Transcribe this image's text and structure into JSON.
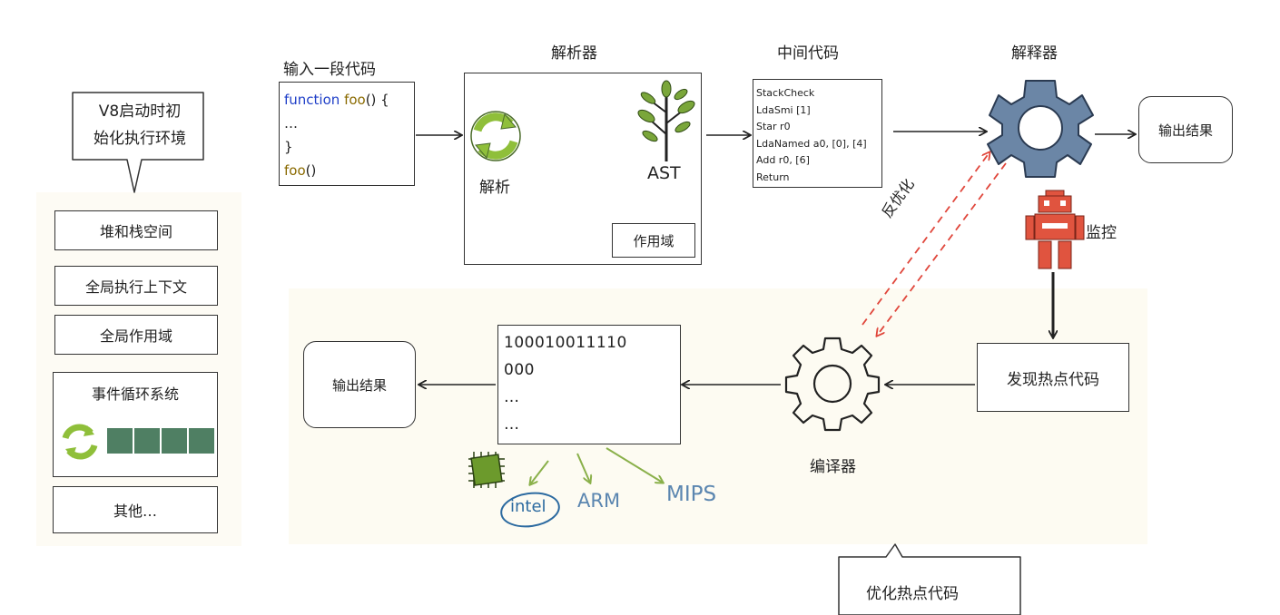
{
  "bubble_top": {
    "line1": "V8启动时初",
    "line2": "始化执行环境"
  },
  "left_panel": {
    "items": [
      "堆和栈空间",
      "全局执行上下文",
      "全局作用域"
    ],
    "event_loop_label": "事件循环系统",
    "others_label": "其他…"
  },
  "input_code": {
    "title": "输入一段代码",
    "keyword": "function",
    "name": "foo",
    "line1_rest": "() {",
    "line2": "…",
    "line3": "}",
    "call_name": "foo",
    "call_rest": "()"
  },
  "parser": {
    "title": "解析器",
    "parse_label": "解析",
    "ast_label": "AST",
    "scope_label": "作用域"
  },
  "intermediate": {
    "title": "中间代码",
    "lines": [
      "StackCheck",
      "LdaSmi [1]",
      "Star r0",
      "LdaNamed a0, [0], [4]",
      "Add r0, [6]",
      "Return"
    ]
  },
  "interpreter": {
    "title": "解释器",
    "output_label": "输出结果"
  },
  "deopt_label": "反优化",
  "monitor_label": "监控",
  "hot_code_label": "发现热点代码",
  "compiler": {
    "title": "编译器"
  },
  "machine_code": {
    "lines": [
      "100010011110",
      "000",
      "…",
      "…"
    ]
  },
  "output_bottom_label": "输出结果",
  "platforms": {
    "intel": "intel",
    "arm": "ARM",
    "mips": "MIPS"
  },
  "bubble_bottom": "优化热点代码",
  "colors": {
    "gear_blue": "#6b86a6",
    "robot_red": "#e0543f",
    "leaf_green": "#7aa63a",
    "cycle_green": "#8fbf3a",
    "chip_green": "#6c9a2c",
    "event_block": "#4f7f63",
    "deopt_red": "#e0463b",
    "intel_blue": "#2c6aa0",
    "platform_blue": "#5b86b0",
    "arrow_green": "#8ab04a"
  }
}
